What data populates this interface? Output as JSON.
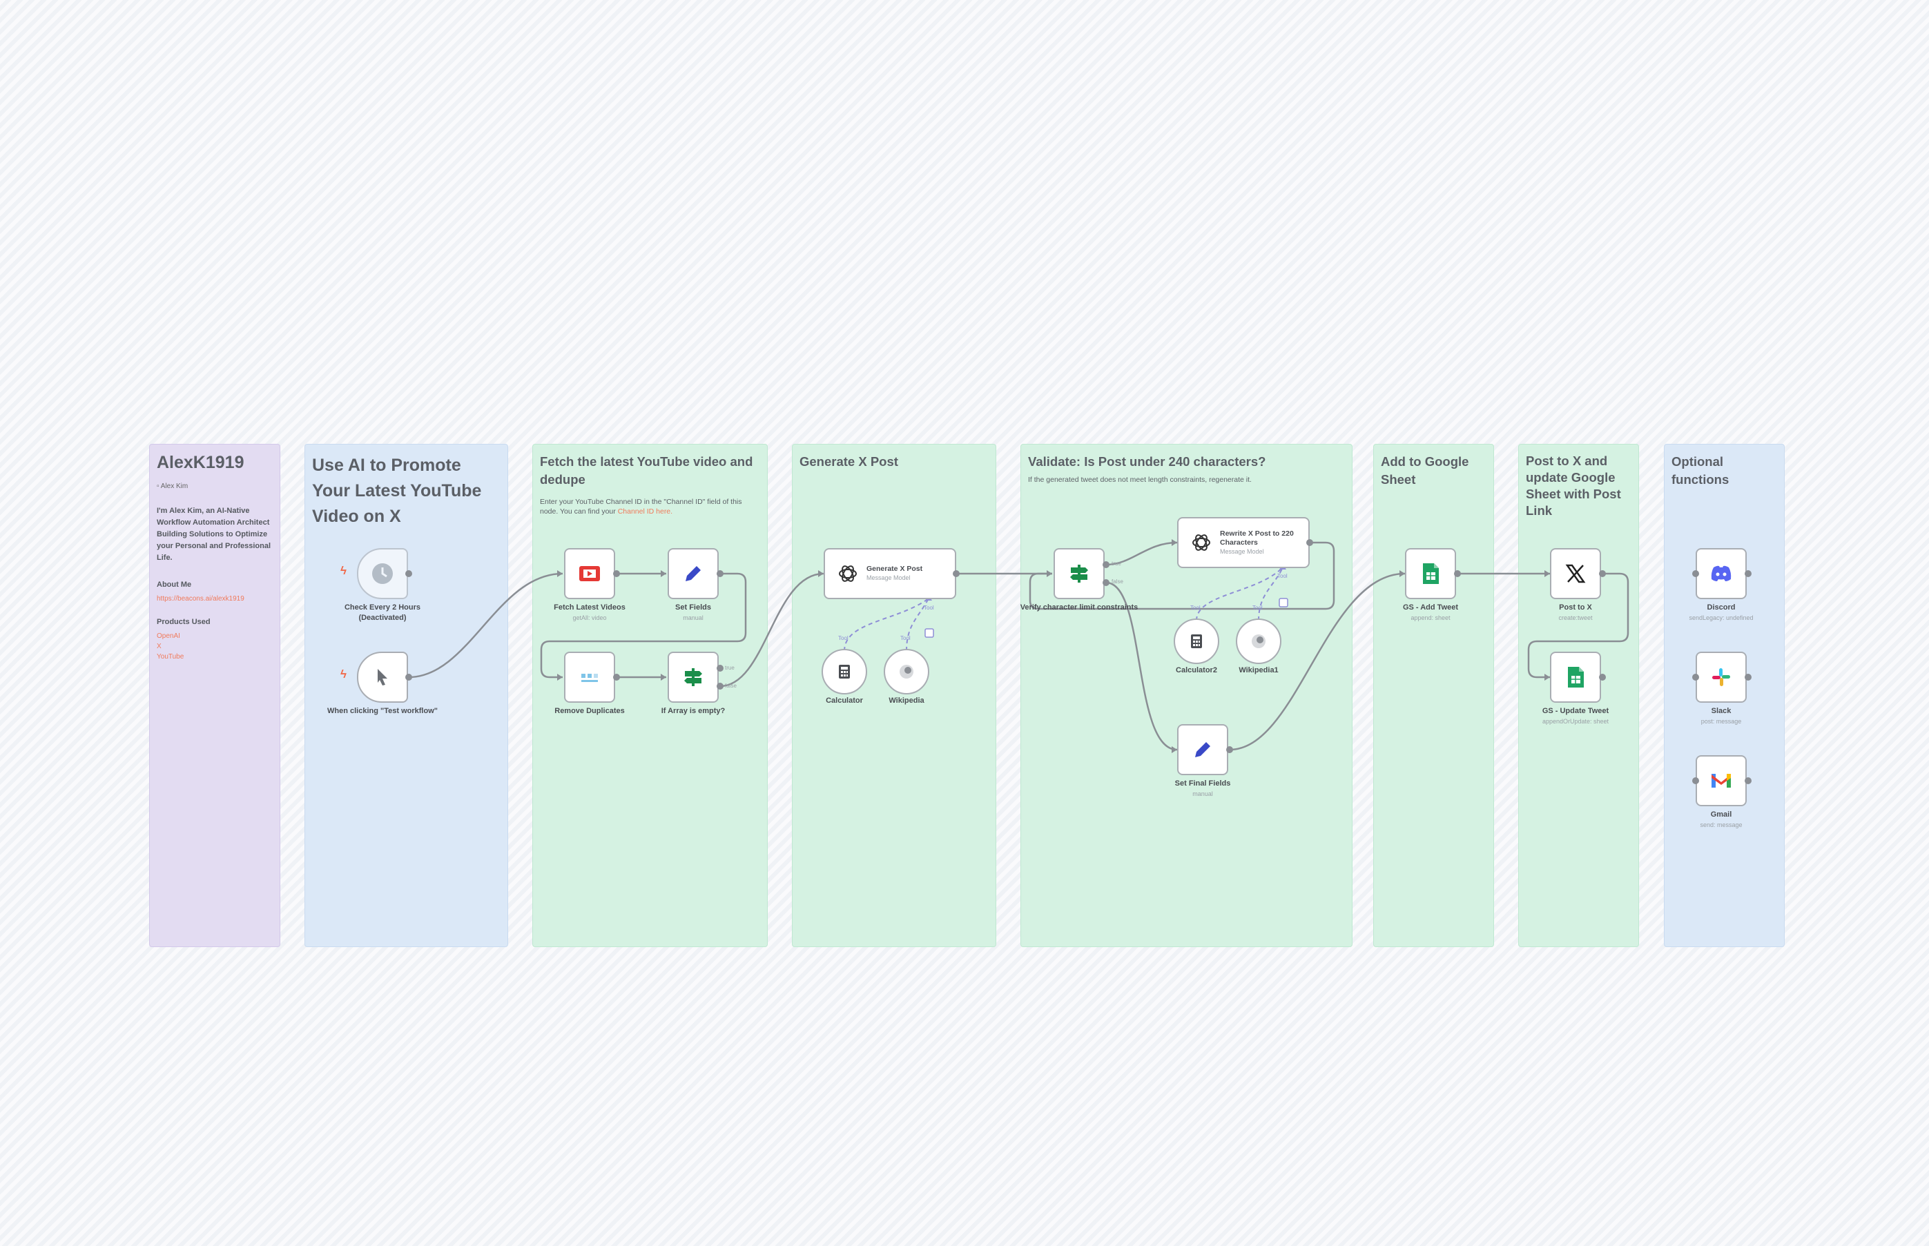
{
  "colors": {
    "purple_note": "#e3dcf2",
    "blue_note": "#dbe8f7",
    "green_note": "#d5f2e2",
    "link": "#f07a5b",
    "edge": "#8a8e94",
    "ai_edge": "#8e8ed6"
  },
  "notes": {
    "profile": {
      "title": "AlexK1919",
      "image_alt": "Alex Kim",
      "bio": "I'm Alex Kim, an AI-Native Workflow Automation Architect Building Solutions to Optimize your Personal and Professional Life.",
      "about_heading": "About Me",
      "about_link": "https://beacons.ai/alexk1919",
      "products_heading": "Products Used",
      "products": [
        "OpenAI",
        "X",
        "YouTube"
      ]
    },
    "intro": {
      "title": "Use AI to Promote Your Latest YouTube Video on X"
    },
    "fetch": {
      "title": "Fetch the latest YouTube video and dedupe",
      "body": "Enter your YouTube Channel ID in the \"Channel ID\" field of this node. You can find your ",
      "body_link": "Channel ID here."
    },
    "generate": {
      "title": "Generate X Post"
    },
    "validate": {
      "title": "Validate: Is Post under 240 characters?",
      "body": "If the generated tweet does not meet length constraints, regenerate it."
    },
    "sheet": {
      "title": "Add to Google Sheet"
    },
    "post": {
      "title": "Post to X and update Google Sheet with Post Link"
    },
    "optional": {
      "title": "Optional functions"
    }
  },
  "nodes": {
    "schedule": {
      "label": "Check Every 2 Hours (Deactivated)",
      "icon": "clock-icon"
    },
    "manual": {
      "label": "When clicking \"Test workflow\"",
      "icon": "cursor-icon"
    },
    "fetch_videos": {
      "label": "Fetch Latest Videos",
      "sub": "getAll: video",
      "icon": "youtube-icon"
    },
    "set_fields": {
      "label": "Set Fields",
      "sub": "manual",
      "icon": "pencil-icon"
    },
    "remove_dupes": {
      "label": "Remove Duplicates",
      "icon": "remove-duplicates-icon"
    },
    "if_empty": {
      "label": "If Array is empty?",
      "icon": "if-icon",
      "true_label": "true",
      "false_label": "false"
    },
    "generate": {
      "label": "Generate X Post",
      "sub": "Message Model",
      "icon": "openai-icon",
      "tool_label": "Tool"
    },
    "calculator": {
      "label": "Calculator",
      "icon": "calculator-icon",
      "tool_label": "Tool"
    },
    "wikipedia": {
      "label": "Wikipedia",
      "icon": "wikipedia-icon",
      "tool_label": "Tool"
    },
    "verify": {
      "label": "Verify character limit constraints",
      "icon": "if-icon",
      "true_label": "true",
      "false_label": "false"
    },
    "rewrite": {
      "label": "Rewrite X Post to 220 Characters",
      "sub": "Message Model",
      "icon": "openai-icon",
      "tool_label": "Tool"
    },
    "calculator2": {
      "label": "Calculator2",
      "icon": "calculator-icon",
      "tool_label": "Tool"
    },
    "wikipedia1": {
      "label": "Wikipedia1",
      "icon": "wikipedia-icon",
      "tool_label": "Tool"
    },
    "set_final": {
      "label": "Set Final Fields",
      "sub": "manual",
      "icon": "pencil-icon"
    },
    "gs_add": {
      "label": "GS - Add Tweet",
      "sub": "append: sheet",
      "icon": "google-sheets-icon"
    },
    "post_x": {
      "label": "Post to X",
      "sub": "create:tweet",
      "icon": "x-logo-icon"
    },
    "gs_update": {
      "label": "GS - Update Tweet",
      "sub": "appendOrUpdate: sheet",
      "icon": "google-sheets-icon"
    },
    "discord": {
      "label": "Discord",
      "sub": "sendLegacy: undefined",
      "icon": "discord-icon"
    },
    "slack": {
      "label": "Slack",
      "sub": "post: message",
      "icon": "slack-icon"
    },
    "gmail": {
      "label": "Gmail",
      "sub": "send: message",
      "icon": "gmail-icon"
    }
  }
}
